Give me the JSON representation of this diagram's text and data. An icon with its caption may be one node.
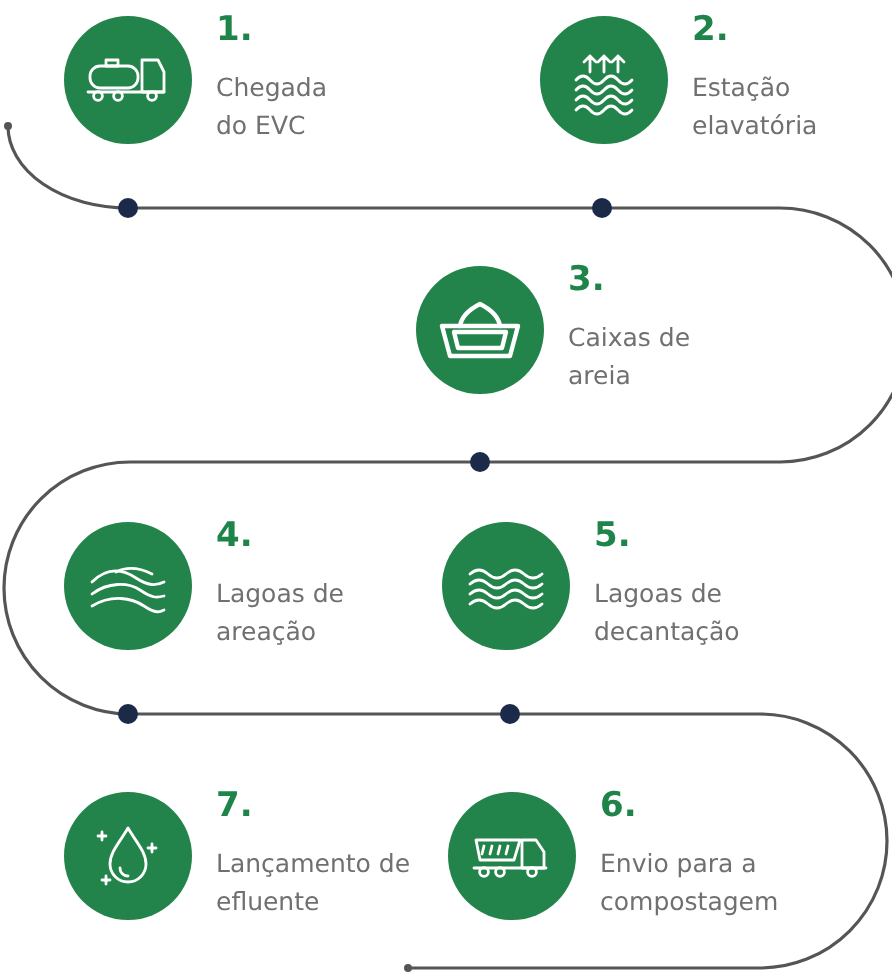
{
  "diagram": {
    "nodes": [
      {
        "text": [
          "1.",
          "Chegada do EVC"
        ]
      },
      {
        "text": [
          "2.",
          "Estação elavatória"
        ]
      },
      {
        "text": [
          "3.",
          "Caixas de areia"
        ]
      },
      {
        "text": [
          "4.",
          "Lagoas de areação"
        ]
      },
      {
        "text": [
          "5.",
          "Lagoas de decantação"
        ]
      },
      {
        "text": [
          "6.",
          "Envio para a compostagem"
        ]
      },
      {
        "text": [
          "7.",
          "Lançamento de efluente"
        ]
      }
    ]
  }
}
